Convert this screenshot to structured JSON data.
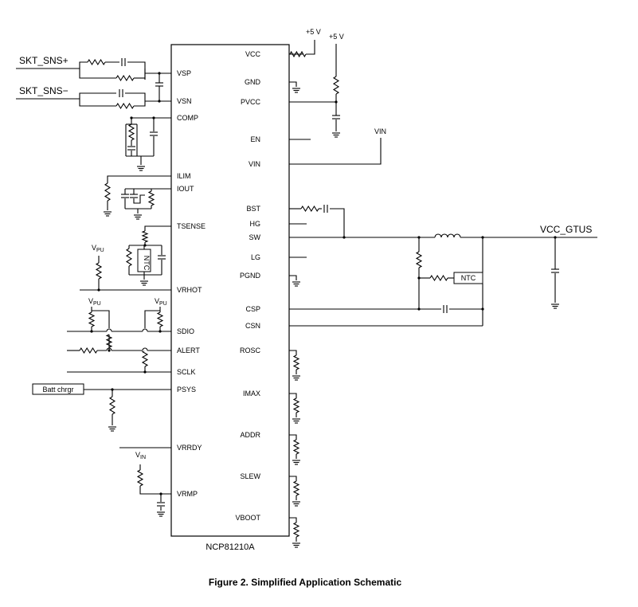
{
  "figure": {
    "caption": "Figure 2. Simplified Application Schematic",
    "chip_name": "NCP81210A"
  },
  "left_pins": [
    "VSP",
    "VSN",
    "COMP",
    "ILIM",
    "IOUT",
    "TSENSE",
    "VRHOT",
    "SDIO",
    "ALERT",
    "SCLK",
    "PSYS",
    "VRRDY",
    "VRMP"
  ],
  "right_pins": [
    "VCC",
    "GND",
    "PVCC",
    "EN",
    "VIN",
    "BST",
    "HG",
    "SW",
    "LG",
    "PGND",
    "CSP",
    "CSN",
    "ROSC",
    "IMAX",
    "ADDR",
    "SLEW",
    "VBOOT"
  ],
  "nets": {
    "skt_sns_pos": "SKT_SNS+",
    "skt_sns_neg": "SKT_SNS−",
    "plus5v_a": "+5 V",
    "plus5v_b": "+5 V",
    "vin": "VIN",
    "vcc_gtus": "VCC_GTUS",
    "vpu_main": "V",
    "vpu_sub": "PU",
    "vin_main": "V",
    "vin_sub": "IN"
  },
  "components": {
    "ntc_left": "NTC",
    "ntc_right": "NTC",
    "batt_charger": "Batt chrgr"
  }
}
